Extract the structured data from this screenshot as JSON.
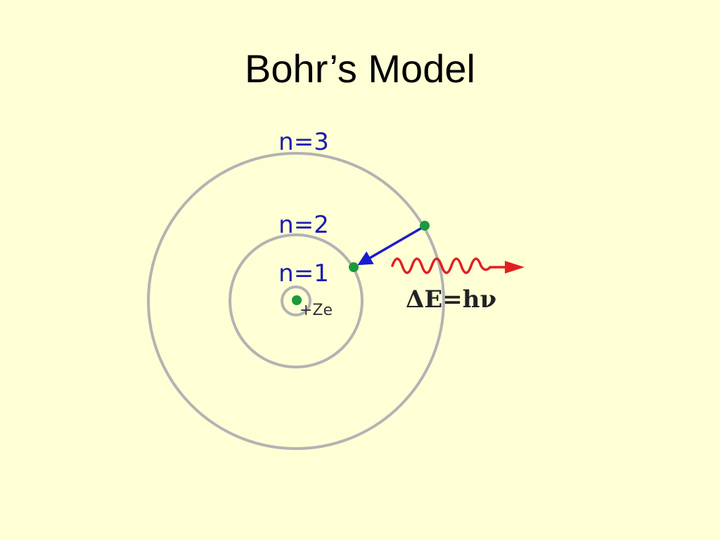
{
  "slide": {
    "title": "Bohr’s Model"
  },
  "diagram": {
    "orbits": [
      {
        "label": "n=1"
      },
      {
        "label": "n=2"
      },
      {
        "label": "n=3"
      }
    ],
    "nucleus_label": "+Ze",
    "energy_equation": "ΔE=hν",
    "colors": {
      "background": "#ffffd6",
      "orbit": "#b3b3b3",
      "label": "#1c1cb3",
      "electron": "#1a9a3a",
      "transition_arrow": "#1a1ad0",
      "photon": "#e02020"
    }
  }
}
